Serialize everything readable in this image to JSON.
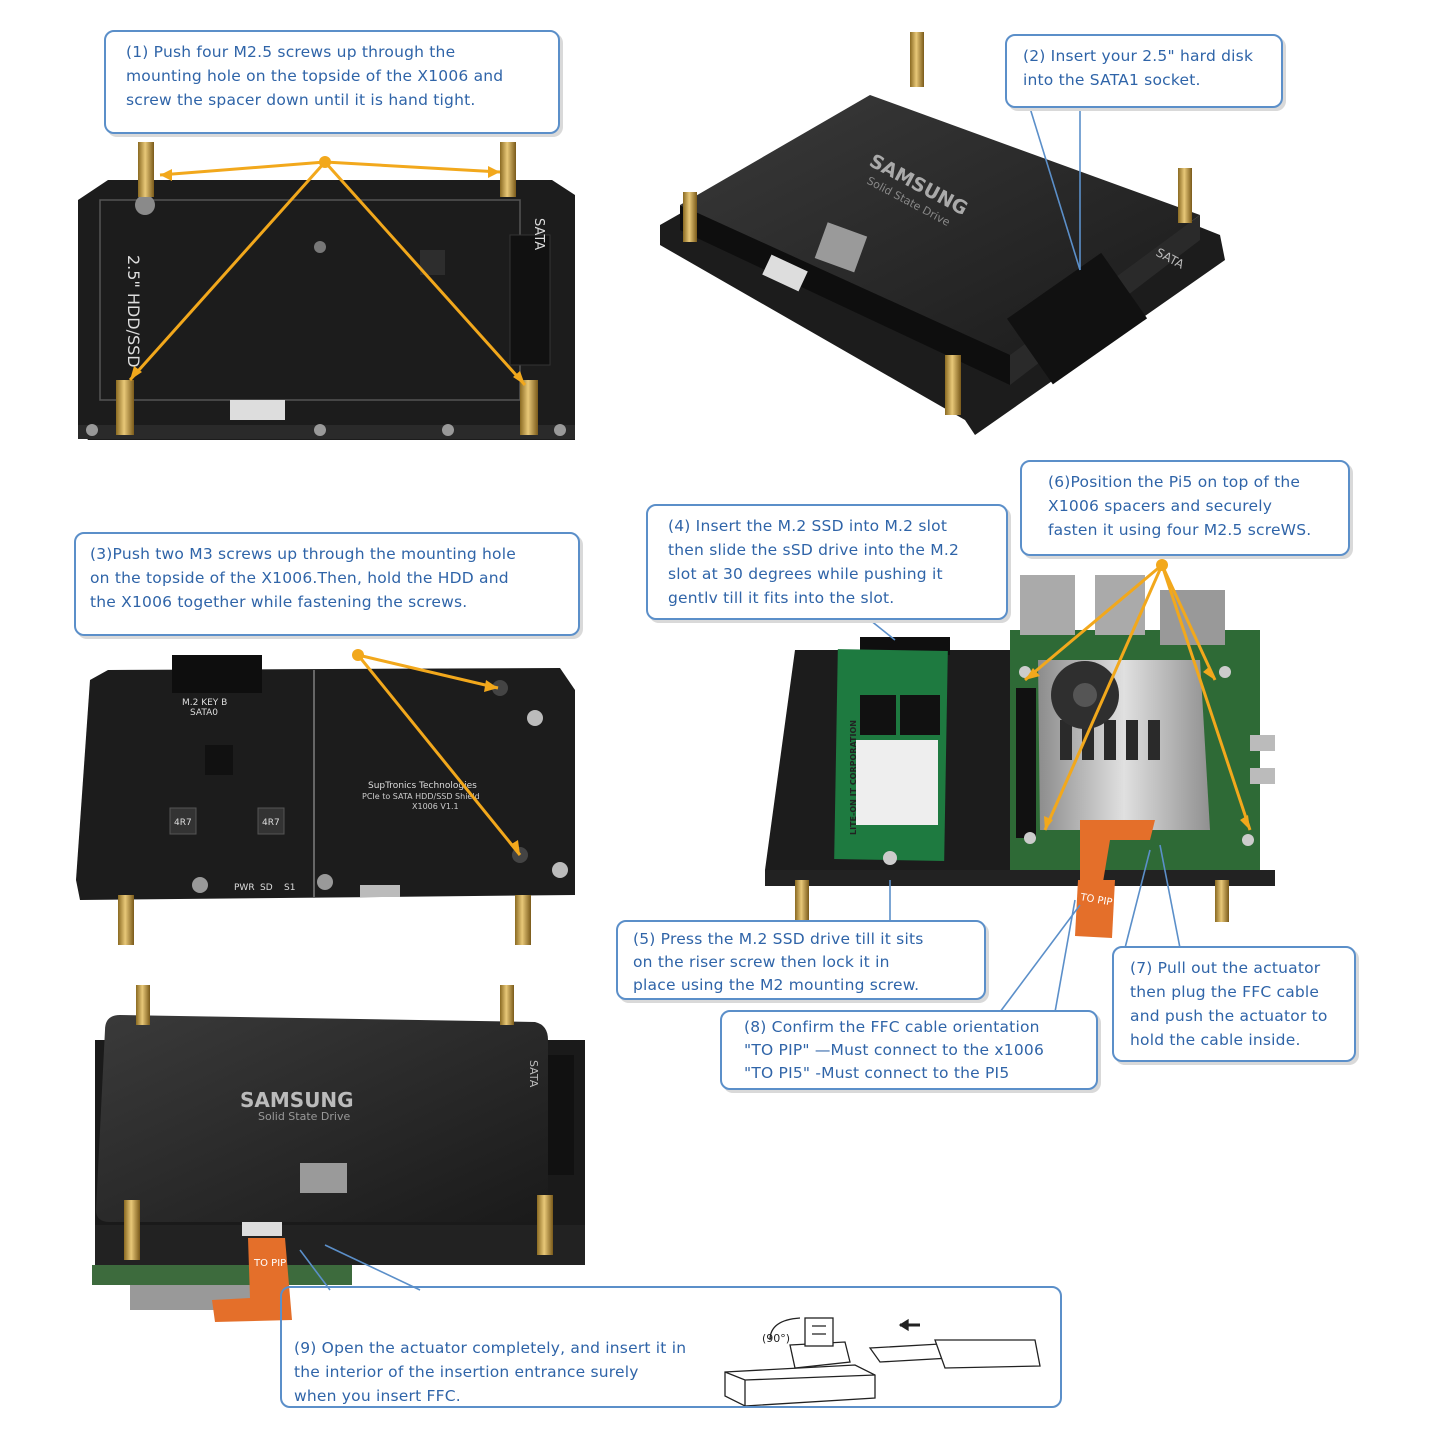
{
  "steps": {
    "s1": [
      "(1) Push four M2.5 screws up through the",
      "mounting hole on the topside of the X1006 and",
      "screw the spacer down until it is hand tight."
    ],
    "s2": [
      "(2) Insert your 2.5\" hard disk",
      "into the SATA1 socket."
    ],
    "s3": [
      "(3)Push two M3 screws up through the mounting hole",
      "on the topside of the X1006.Then, hold the HDD and",
      "the X1006 together while fastening the screws."
    ],
    "s4": [
      "(4) Insert the M.2 SSD into M.2 slot",
      "then slide the sSD drive into the M.2",
      "slot at 30 degrees while pushing it",
      "gentlv till it fits into the slot."
    ],
    "s5": [
      "(5) Press the M.2 SSD drive till it sits",
      "on the riser screw then lock it in",
      "place using the M2 mounting screw."
    ],
    "s6": [
      "(6)Position the Pi5 on top of the",
      "X1006 spacers and securely",
      "fasten it using four M2.5 screWS."
    ],
    "s7": [
      "(7) Pull out the actuator",
      "then plug the FFC cable",
      "and push the actuator to",
      "hold the cable inside."
    ],
    "s8": [
      "(8) Confirm the FFC cable orientation",
      "\"TO PIP\" —Must connect to the x1006",
      "\"TO PI5\" -Must connect to the PI5"
    ],
    "s9": [
      "(9) Open the actuator completely, and insert it in",
      "the interior of the insertion entrance surely",
      "when you insert FFC."
    ]
  },
  "board_labels": {
    "hdd": "2.5\" HDD/SSD",
    "sata": "SATA",
    "m2key": "M.2 KEY B",
    "sata0": "SATA0",
    "vendor": "SupTronics Technologies",
    "product": "PCIe to SATA HDD/SSD Shield",
    "model": "X1006  V1.1",
    "pwr": "PWR",
    "sd": "SD",
    "s1": "S1",
    "inductor": "4R7",
    "liteon": "LITE-ON IT CORPORATION",
    "samsung": "SAMSUNG",
    "ssd_sub": "Solid State Drive",
    "to_pip": "TO PIP",
    "angle": "(90°)"
  },
  "colors": {
    "callout_border": "#5b8fc9",
    "callout_text": "#2f64a8",
    "arrow": "#f2a81c",
    "pcb": "#1e1e1e",
    "brass": "#c9a24a"
  }
}
